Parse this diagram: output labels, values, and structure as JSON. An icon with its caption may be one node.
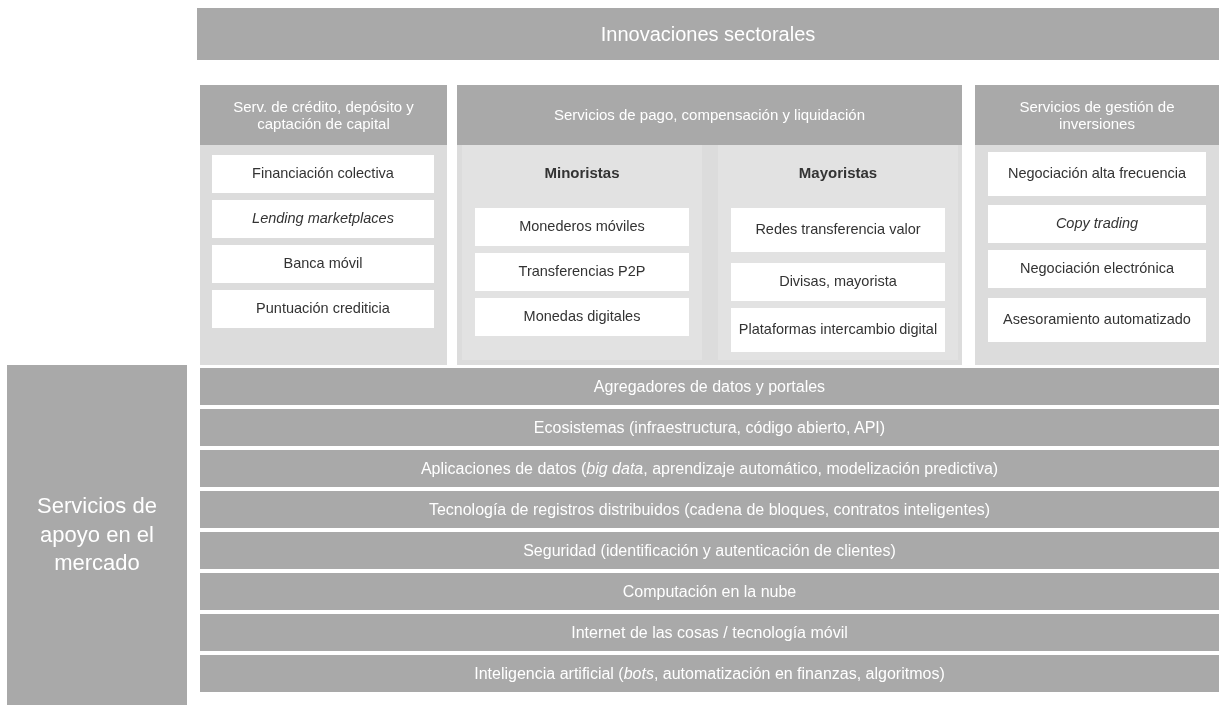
{
  "diagram": {
    "nodes": [
      {
        "text": [
          "Innovaciones sectorales"
        ]
      },
      {
        "text": [
          "Serv. de crédito, depósito y captación de capital"
        ]
      },
      {
        "text": [
          "Financiación colectiva"
        ],
        "in": 1
      },
      {
        "text": [
          "Lending marketplaces"
        ],
        "in": 1
      },
      {
        "text": [
          "Banca móvil"
        ],
        "in": 1
      },
      {
        "text": [
          "Puntuación crediticia"
        ],
        "in": 1
      },
      {
        "text": [
          "Servicios de pago, compensación y liquidación"
        ]
      },
      {
        "text": [
          "Minoristas"
        ],
        "in": 6
      },
      {
        "text": [
          "Monederos móviles"
        ],
        "in": 7
      },
      {
        "text": [
          "Transferencias P2P"
        ],
        "in": 7
      },
      {
        "text": [
          "Monedas digitales"
        ],
        "in": 7
      },
      {
        "text": [
          "Mayoristas"
        ],
        "in": 6
      },
      {
        "text": [
          "Redes transferencia valor"
        ],
        "in": 11
      },
      {
        "text": [
          "Divisas, mayorista"
        ],
        "in": 11
      },
      {
        "text": [
          "Plataformas intercambio digital"
        ],
        "in": 11
      },
      {
        "text": [
          "Servicios de gestión de inversiones"
        ]
      },
      {
        "text": [
          "Negociación alta frecuencia"
        ],
        "in": 15
      },
      {
        "text": [
          "Copy trading"
        ],
        "in": 15
      },
      {
        "text": [
          "Negociación electrónica"
        ],
        "in": 15
      },
      {
        "text": [
          "Asesoramiento automatizado"
        ],
        "in": 15
      },
      {
        "text": [
          "Servicios de apoyo en el mercado"
        ]
      },
      {
        "text": [
          "Agregadores de datos y portales"
        ]
      },
      {
        "text": [
          "Ecosistemas (infraestructura, código abierto, API)"
        ]
      },
      {
        "text": [
          "Aplicaciones de datos (*big data*, aprendizaje automático, modelización predictiva)"
        ]
      },
      {
        "text": [
          "Tecnología de registros distribuidos (cadena de bloques, contratos inteligentes)"
        ]
      },
      {
        "text": [
          "Seguridad (identificación y autenticación de clientes)"
        ]
      },
      {
        "text": [
          "Computación en la nube"
        ]
      },
      {
        "text": [
          "Internet de las cosas / tecnología móvil"
        ]
      },
      {
        "text": [
          "Inteligencia artificial (*bots*, automatización en finanzas, algoritmos)"
        ]
      }
    ],
    "edges": []
  }
}
